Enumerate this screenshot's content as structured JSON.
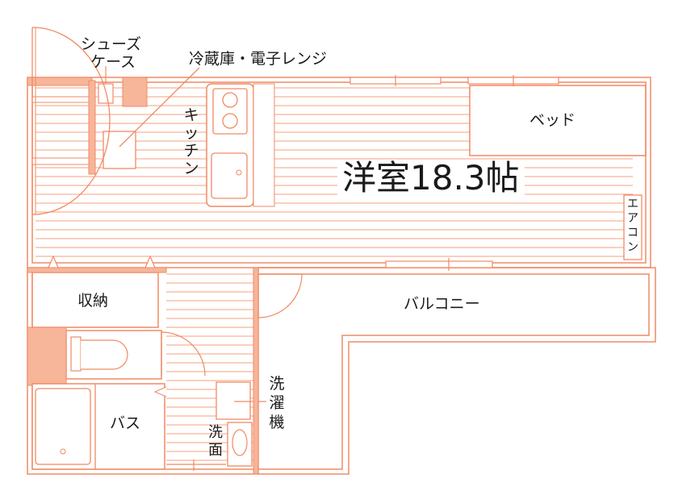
{
  "colors": {
    "wall": "#f08a64",
    "wall_fill": "#f7b59a",
    "line": "#f4a07e",
    "text": "#1a1a1a"
  },
  "labels": {
    "shoe_case_1": "シューズ",
    "shoe_case_2": "ケース",
    "fridge_microwave": "冷蔵庫・電子レンジ",
    "kitchen": "キッチン",
    "western_room": "洋室18.3帖",
    "bed": "ベッド",
    "aircon": "エアコン",
    "storage": "収納",
    "balcony": "バルコニー",
    "washing_machine": "洗濯機",
    "bath": "バス",
    "washbasin": "洗面"
  }
}
